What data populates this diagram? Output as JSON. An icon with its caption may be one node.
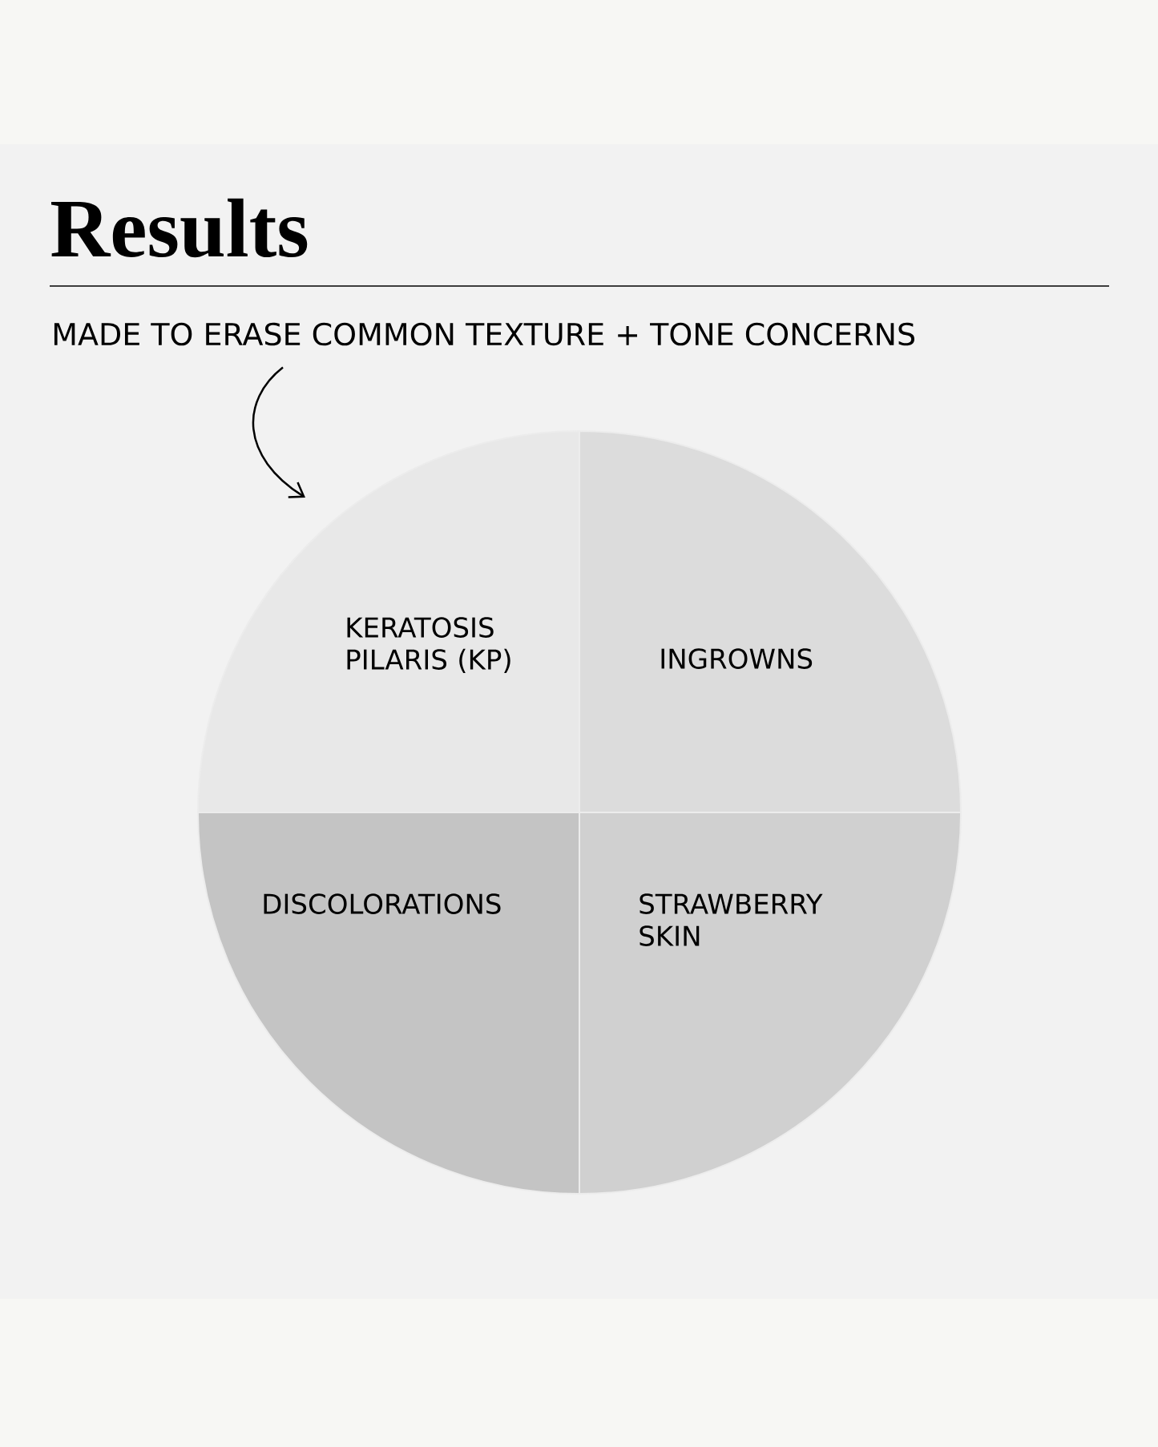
{
  "diagram": {
    "title": "Results",
    "nodes": [
      {
        "text": [
          "MADE TO ERASE COMMON TEXTURE + TONE CONCERNS"
        ]
      },
      {
        "text": [
          "KERATOSIS PILARIS (KP)"
        ]
      },
      {
        "text": [
          "INGROWNS"
        ]
      },
      {
        "text": [
          "DISCOLORATIONS"
        ]
      },
      {
        "text": [
          "STRAWBERRY SKIN"
        ]
      }
    ],
    "edges": [
      {
        "from": 0,
        "to": 1,
        "arrow": "to"
      }
    ]
  }
}
